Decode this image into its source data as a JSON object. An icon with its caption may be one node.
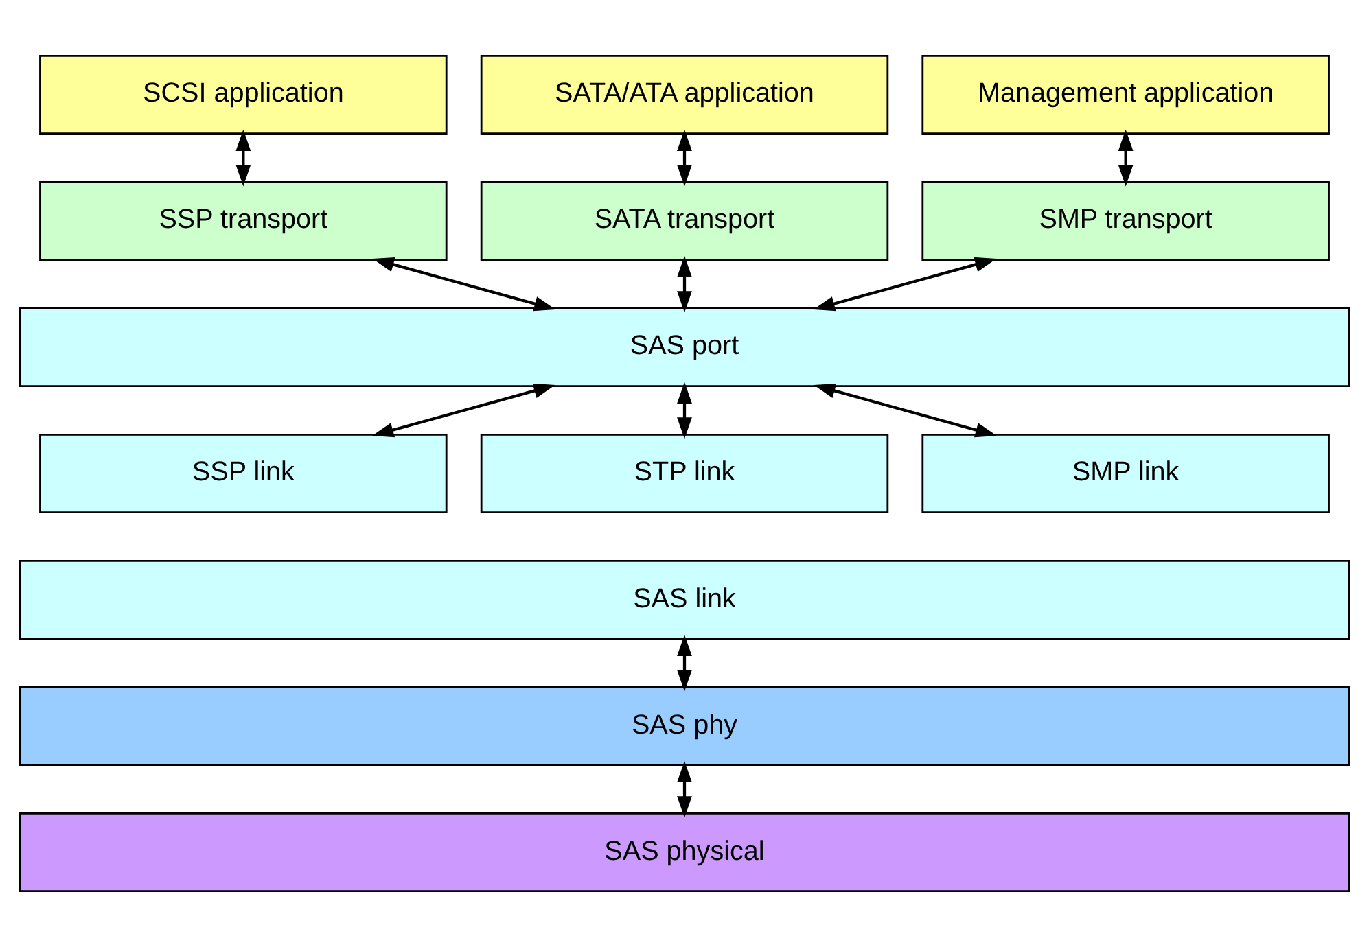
{
  "diagram": {
    "nodes": [
      {
        "text": [
          "SCSI application"
        ]
      },
      {
        "text": [
          "SATA/ATA application"
        ]
      },
      {
        "text": [
          "Management application"
        ]
      },
      {
        "text": [
          "SSP transport"
        ]
      },
      {
        "text": [
          "SATA transport"
        ]
      },
      {
        "text": [
          "SMP transport"
        ]
      },
      {
        "text": [
          "SAS port"
        ]
      },
      {
        "text": [
          "SSP link"
        ]
      },
      {
        "text": [
          "STP link"
        ]
      },
      {
        "text": [
          "SMP link"
        ]
      },
      {
        "text": [
          "SAS link"
        ]
      },
      {
        "text": [
          "SAS phy"
        ]
      },
      {
        "text": [
          "SAS physical"
        ]
      }
    ],
    "edges": [
      {
        "from": 0,
        "to": 3,
        "arrow": "both"
      },
      {
        "from": 1,
        "to": 4,
        "arrow": "both"
      },
      {
        "from": 2,
        "to": 5,
        "arrow": "both"
      },
      {
        "from": 3,
        "to": 6,
        "arrow": "both"
      },
      {
        "from": 4,
        "to": 6,
        "arrow": "both"
      },
      {
        "from": 5,
        "to": 6,
        "arrow": "both"
      },
      {
        "from": 6,
        "to": 7,
        "arrow": "both"
      },
      {
        "from": 6,
        "to": 8,
        "arrow": "both"
      },
      {
        "from": 6,
        "to": 9,
        "arrow": "both"
      },
      {
        "from": 10,
        "to": 11,
        "arrow": "both"
      },
      {
        "from": 11,
        "to": 12,
        "arrow": "both"
      }
    ]
  }
}
